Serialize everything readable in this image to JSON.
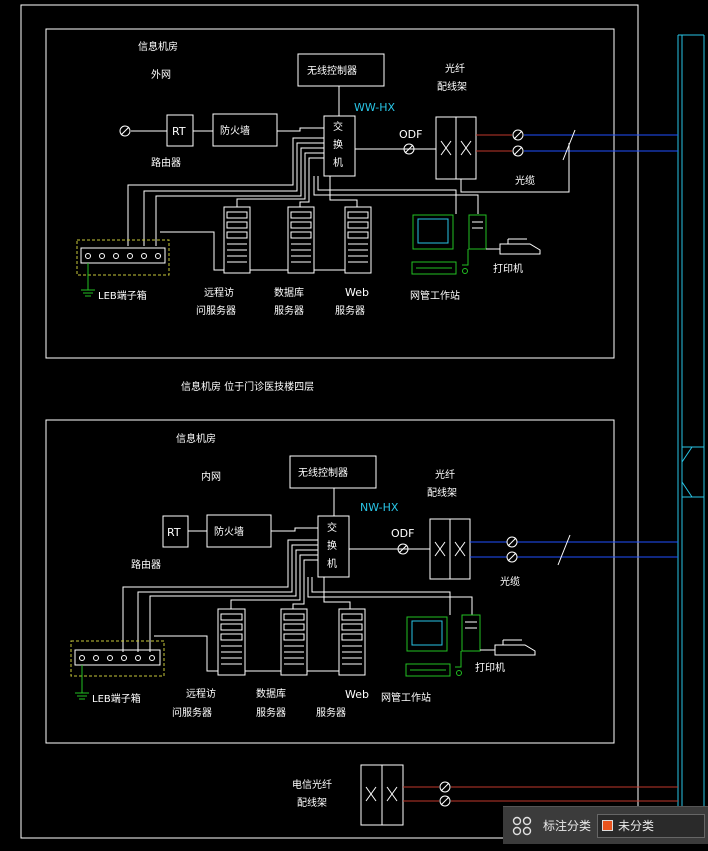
{
  "diagram": {
    "caption_middle": "信息机房 位于门诊医技楼四层",
    "outer_room": {
      "title": "信息机房",
      "subtitle": "外网",
      "wireless_controller": "无线控制器",
      "switch_label": "WW-HX",
      "switch_name": "交 换 机",
      "odf": "ODF",
      "fiber_patch": "光纤\n配线架",
      "router_box": "RT",
      "router_label": "路由器",
      "firewall": "防火墙",
      "fiber_cable": "光缆",
      "leb": "LEB端子箱",
      "server_remote": "远程访\n问服务器",
      "server_db": "数据库\n服务器",
      "server_web": "Web\n服务器",
      "workstation": "网管工作站",
      "printer": "打印机"
    },
    "inner_room": {
      "title": "信息机房",
      "subtitle": "内网",
      "wireless_controller": "无线控制器",
      "switch_label": "NW-HX",
      "switch_name": "交 换 机",
      "odf": "ODF",
      "fiber_patch": "光纤\n配线架",
      "router_box": "RT",
      "router_label": "路由器",
      "firewall": "防火墙",
      "fiber_cable": "光缆",
      "leb": "LEB端子箱",
      "server_remote": "远程访\n问服务器",
      "server_db": "数据库\n服务器",
      "server_web": "Web\n服务器",
      "workstation": "网管工作站",
      "printer": "打印机"
    },
    "telecom_patch": "电信光纤\n配线架"
  },
  "toolbar": {
    "icon": "annotation-category-icon",
    "label": "标注分类",
    "select_value": "未分类",
    "swatch_color": "#e8541e"
  },
  "colors": {
    "cyan": "#29c5e6",
    "green": "#22c022",
    "yellow": "#c8c83a",
    "red": "#c0392b",
    "blue": "#1f4fff"
  }
}
